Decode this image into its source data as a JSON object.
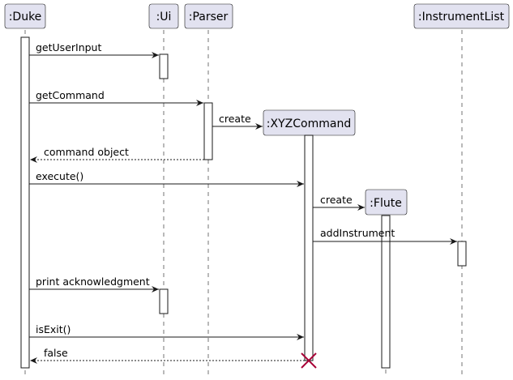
{
  "diagram": {
    "participants": [
      {
        "id": "duke",
        "label": ":Duke"
      },
      {
        "id": "ui",
        "label": ":Ui"
      },
      {
        "id": "parser",
        "label": ":Parser"
      },
      {
        "id": "xyz",
        "label": ":XYZCommand"
      },
      {
        "id": "flute",
        "label": ":Flute"
      },
      {
        "id": "instrumentlist",
        "label": ":InstrumentList"
      }
    ],
    "messages": [
      {
        "label": "getUserInput",
        "from": "duke",
        "to": "ui",
        "style": "call"
      },
      {
        "label": "getCommand",
        "from": "duke",
        "to": "parser",
        "style": "call"
      },
      {
        "label": "create",
        "from": "parser",
        "to": "xyz",
        "style": "create"
      },
      {
        "label": "command object",
        "from": "parser",
        "to": "duke",
        "style": "return"
      },
      {
        "label": "execute()",
        "from": "duke",
        "to": "xyz",
        "style": "call"
      },
      {
        "label": "create",
        "from": "xyz",
        "to": "flute",
        "style": "create"
      },
      {
        "label": "addInstrument",
        "from": "xyz",
        "to": "instrumentlist",
        "style": "call"
      },
      {
        "label": "print acknowledgment",
        "from": "duke",
        "to": "ui",
        "style": "call"
      },
      {
        "label": "isExit()",
        "from": "duke",
        "to": "xyz",
        "style": "call"
      },
      {
        "label": "false",
        "from": "xyz",
        "to": "duke",
        "style": "return"
      }
    ],
    "destroyed": "xyz",
    "colors": {
      "participant_fill": "#e2e2f0",
      "line": "#181818",
      "destroy": "#a80036"
    }
  }
}
